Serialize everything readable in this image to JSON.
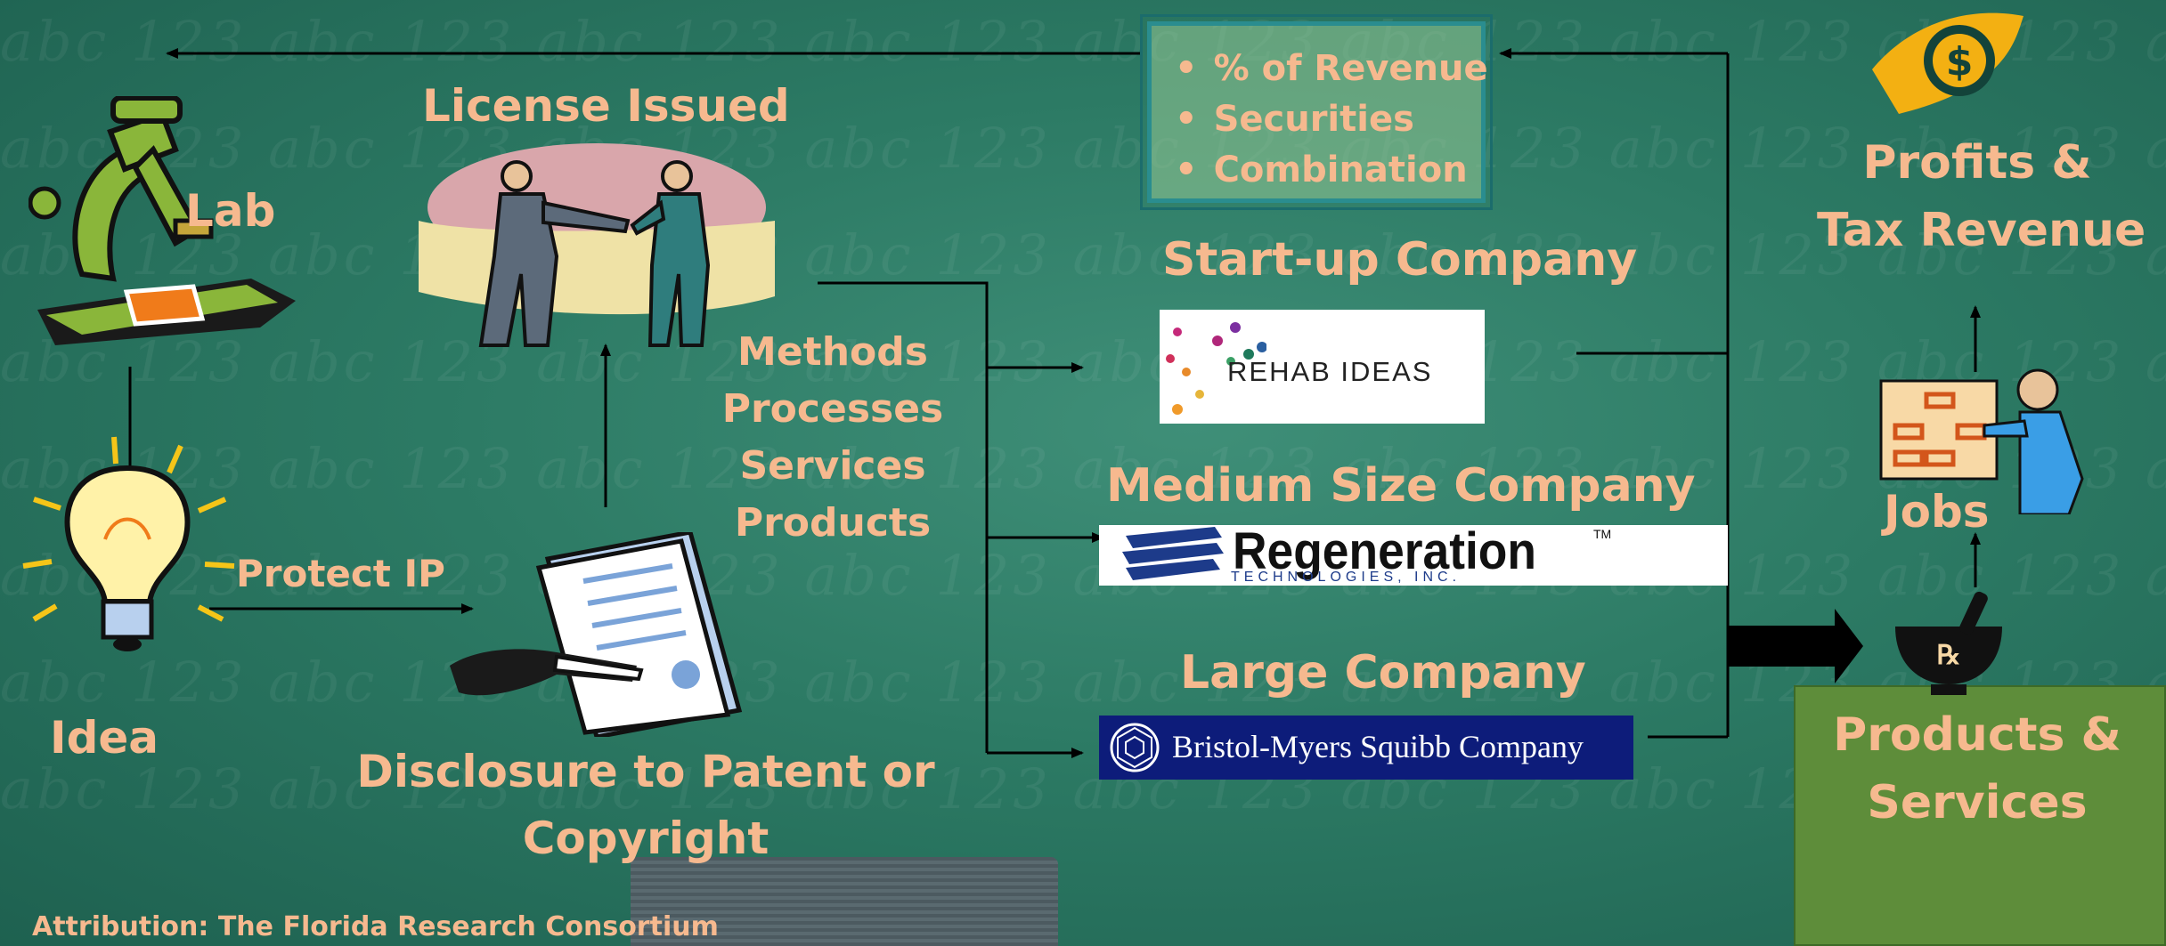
{
  "diagram": {
    "nodes": {
      "lab": "Lab",
      "idea": "Idea",
      "protect_ip": "Protect IP",
      "disclosure": "Disclosure to Patent or Copyright",
      "license_issued": "License Issued",
      "offerings": [
        "Methods",
        "Processes",
        "Services",
        "Products"
      ],
      "revenue_options": [
        "% of Revenue",
        "Securities",
        "Combination"
      ],
      "startup": "Start-up Company",
      "medium": "Medium Size Company",
      "large": "Large Company",
      "profits_line1": "Profits &",
      "profits_line2": "Tax Revenue",
      "jobs": "Jobs",
      "products_line1": "Products &",
      "products_line2": "Services"
    },
    "logos": {
      "rehab": "REHAB IDEAS",
      "regeneration": "Regeneration",
      "regeneration_tm": "TM",
      "regeneration_sub": "TECHNOLOGIES, INC.",
      "bms": "Bristol-Myers Squibb Company"
    },
    "attribution": "Attribution:  The Florida Research Consortium",
    "watermark_text": "abc 123 abc 123 abc 123 abc 123 abc 123 abc 123 abc 123 abc 123 abc 123"
  },
  "colors": {
    "label": "#f6b98f",
    "background": "#2c7a64",
    "green_box": "#5e8d3a",
    "bms_blue": "#0d1c7a"
  },
  "icons": [
    "microscope",
    "lightbulb",
    "handshake",
    "document-signing",
    "dollar-eye",
    "presenter",
    "rx-mortar"
  ]
}
